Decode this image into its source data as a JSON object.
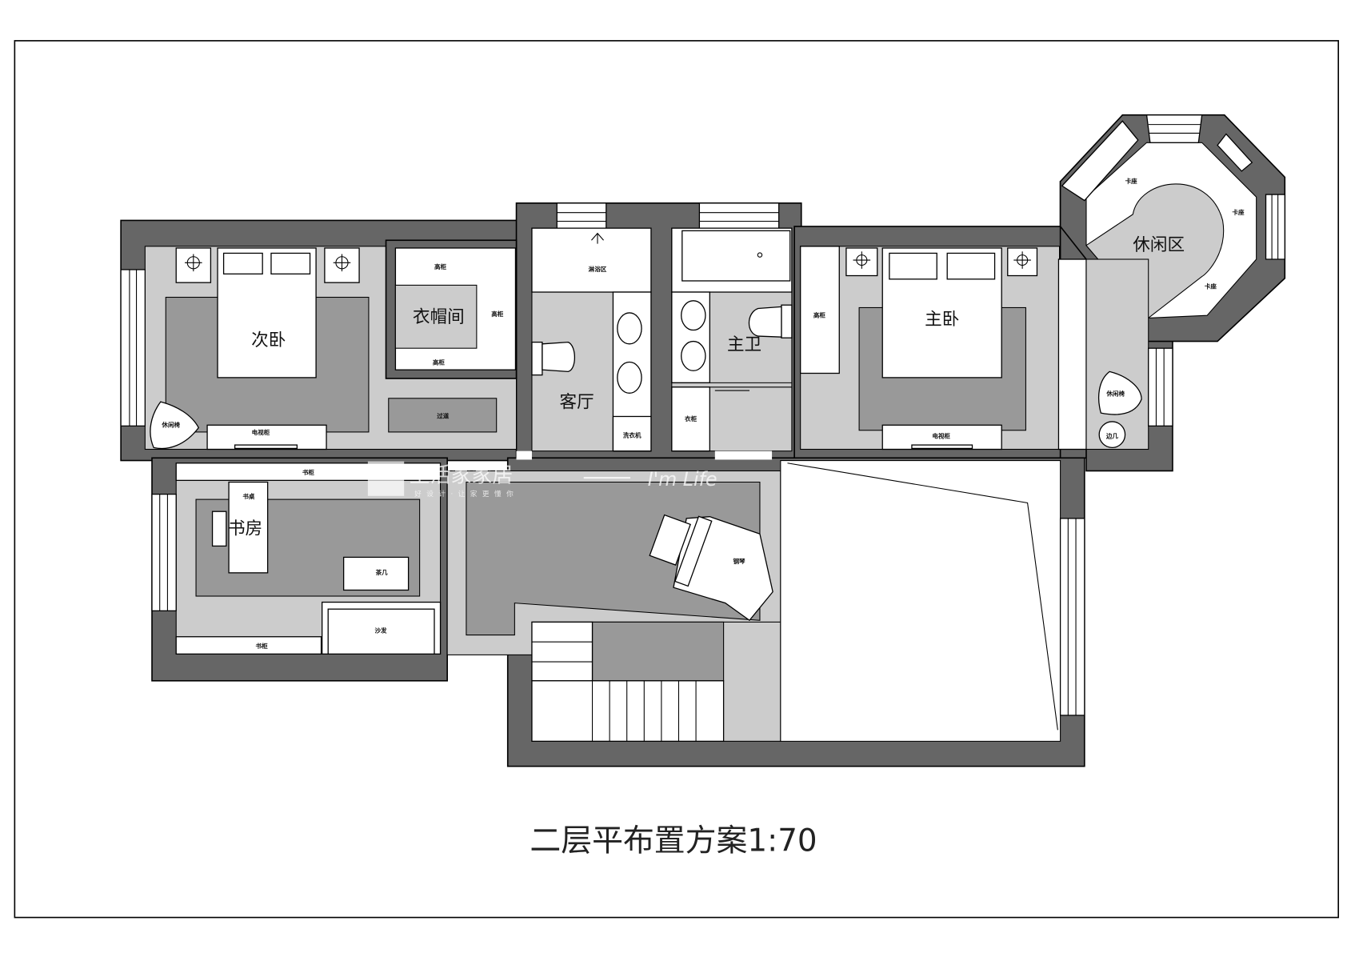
{
  "title": "二层平布置方案1:70",
  "rooms": {
    "second_bedroom": "次卧",
    "cloakroom": "衣帽间",
    "guest_bath": "客厅",
    "master_bath": "主卫",
    "master_bedroom": "主卧",
    "leisure": "休闲区",
    "study": "书房"
  },
  "labels": {
    "tall_cabinet_1": "高柜",
    "tall_cabinet_2": "高柜",
    "tall_cabinet_3": "高柜",
    "tall_cabinet_4": "高柜",
    "corridor": "过道",
    "lounge_chair_1": "休闲椅",
    "tv_cabinet_1": "电视柜",
    "shower": "淋浴区",
    "washer": "洗衣机",
    "wardrobe": "衣柜",
    "tv_cabinet_2": "电视柜",
    "lounge_chair_2": "休闲椅",
    "side_table": "边几",
    "booth_1": "卡座",
    "booth_2": "卡座",
    "booth_3": "卡座",
    "bookcase_top": "书柜",
    "desk": "书桌",
    "tea_table": "茶几",
    "sofa": "沙发",
    "bookcase_bottom": "书柜",
    "piano": "钢琴"
  },
  "watermark": {
    "brand": "生活家家居",
    "slogan": "好设计·让家更懂你",
    "script": "I'm Life"
  }
}
